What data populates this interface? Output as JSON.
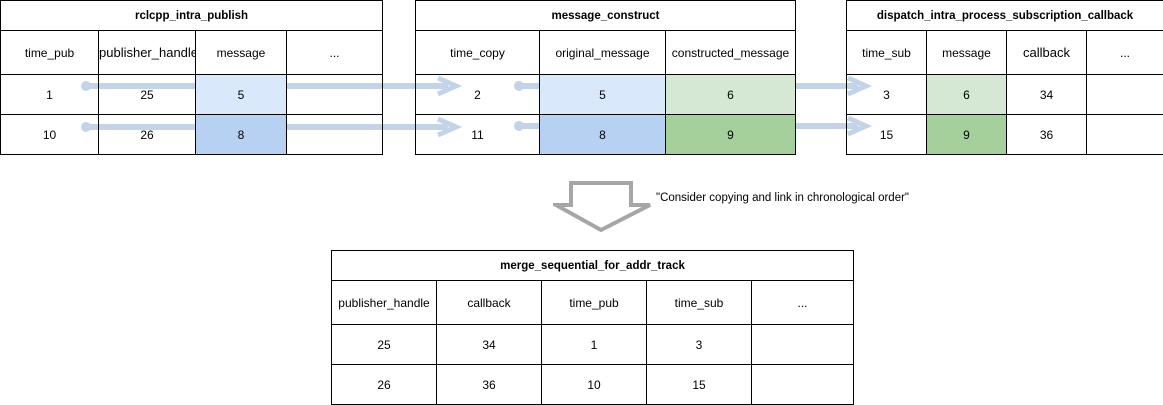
{
  "tables": {
    "rclcpp": {
      "title": "rclcpp_intra_publish",
      "headers": [
        "time_pub",
        "publisher_handle",
        "message",
        "..."
      ],
      "rows": [
        [
          "1",
          "25",
          "5",
          ""
        ],
        [
          "10",
          "26",
          "8",
          ""
        ]
      ]
    },
    "construct": {
      "title": "message_construct",
      "headers": [
        "time_copy",
        "original_message",
        "constructed_message"
      ],
      "rows": [
        [
          "2",
          "5",
          "6"
        ],
        [
          "11",
          "8",
          "9"
        ]
      ]
    },
    "dispatch": {
      "title": "dispatch_intra_process_subscription_callback",
      "headers": [
        "time_sub",
        "message",
        "callback",
        "..."
      ],
      "rows": [
        [
          "3",
          "6",
          "34",
          ""
        ],
        [
          "15",
          "9",
          "36",
          ""
        ]
      ]
    },
    "merge": {
      "title": "merge_sequential_for_addr_track",
      "headers": [
        "publisher_handle",
        "callback",
        "time_pub",
        "time_sub",
        "..."
      ],
      "rows": [
        [
          "25",
          "34",
          "1",
          "3",
          ""
        ],
        [
          "26",
          "36",
          "10",
          "15",
          ""
        ]
      ]
    }
  },
  "note": "\"Consider copying and link in chronological order\"",
  "colors": {
    "light_blue": "#dae8fc",
    "blue": "#b7d1f3",
    "light_green": "#d5e8d4",
    "green": "#a6d09b",
    "link_arrow": "#c3d3e8",
    "down_arrow": "#a6a6a6"
  },
  "icons": {
    "link_arrow": "arrow-right-icon",
    "transform_arrow": "arrow-down-icon"
  }
}
